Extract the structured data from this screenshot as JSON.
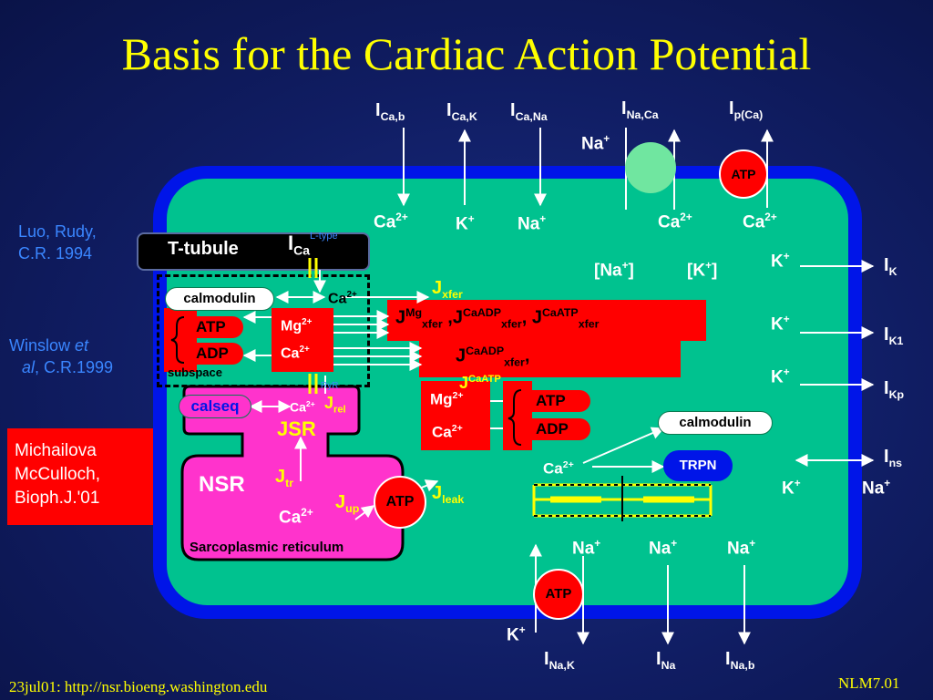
{
  "title": "Basis for the Cardiac Action Potential",
  "citations": {
    "luo_rudy": [
      "Luo, Rudy,",
      "C.R. 1994"
    ],
    "winslow": {
      "line1_a": "Winslow ",
      "line1_b": "et",
      "line2_a": "al",
      "line2_b": ", C.R.1999"
    },
    "michailova": [
      "Michailova",
      "McCulloch,",
      "Bioph.J.'01"
    ]
  },
  "footer": {
    "left": "23jul01: http://nsr.bioeng.washington.edu",
    "right": "NLM7.01"
  },
  "top_currents": [
    {
      "main": "I",
      "sub": "Ca,b"
    },
    {
      "main": "I",
      "sub": "Ca,K"
    },
    {
      "main": "I",
      "sub": "Ca,Na"
    },
    {
      "main": "I",
      "sub": "Na,Ca"
    },
    {
      "main": "I",
      "sub": "p(Ca)"
    }
  ],
  "top_ions_inside": {
    "ca_b": "Ca",
    "k": "K",
    "na": "Na",
    "ca_naca": "Ca",
    "ca_p": "Ca"
  },
  "ion_charges": {
    "ca": "2+",
    "k": "+",
    "na": "+"
  },
  "na_outside_top": "Na",
  "atp": "ATP",
  "adp": "ADP",
  "t_tubule": "T-tubule",
  "i_ca_l": {
    "main": "I",
    "sub": "Ca",
    "sup": "L-type"
  },
  "conc": {
    "na": "[Na",
    "k": "[K",
    "close": "]"
  },
  "right_currents": [
    {
      "ion": "K",
      "main": "I",
      "sub": "K"
    },
    {
      "ion": "K",
      "main": "I",
      "sub": "K1"
    },
    {
      "ion": "K",
      "main": "I",
      "sub": "Kp"
    }
  ],
  "ins": {
    "main": "I",
    "sub": "ns",
    "k": "K",
    "na": "Na"
  },
  "calmodulin": "calmodulin",
  "subspace": "subspace",
  "mg": "Mg",
  "ca": "Ca",
  "j_xfer": {
    "main": "J",
    "sub": "xfer"
  },
  "j_big": {
    "j": "J",
    "mg": "Mg",
    "xfer": "xfer",
    "caadp": "CaADP",
    "caatp": "CaATP",
    "comma": " ,",
    "comma2": ","
  },
  "j_rel": {
    "main": "J",
    "sub": "rel"
  },
  "ryr": "RyR",
  "calseq": "calseq",
  "jsr": "JSR",
  "nsr": "NSR",
  "j_tr": {
    "main": "J",
    "sub": "tr"
  },
  "j_up": {
    "main": "J",
    "sub": "up"
  },
  "j_leak": {
    "main": "J",
    "sub": "leak"
  },
  "sarcoplasmic": "Sarcoplasmic reticulum",
  "trpn": "TRPN",
  "bottom_ions": {
    "na1": "Na",
    "na2": "Na",
    "na3": "Na",
    "k": "K"
  },
  "bottom_currents": [
    {
      "main": "I",
      "sub": "Na,K"
    },
    {
      "main": "I",
      "sub": "Na"
    },
    {
      "main": "I",
      "sub": "Na,b"
    }
  ]
}
